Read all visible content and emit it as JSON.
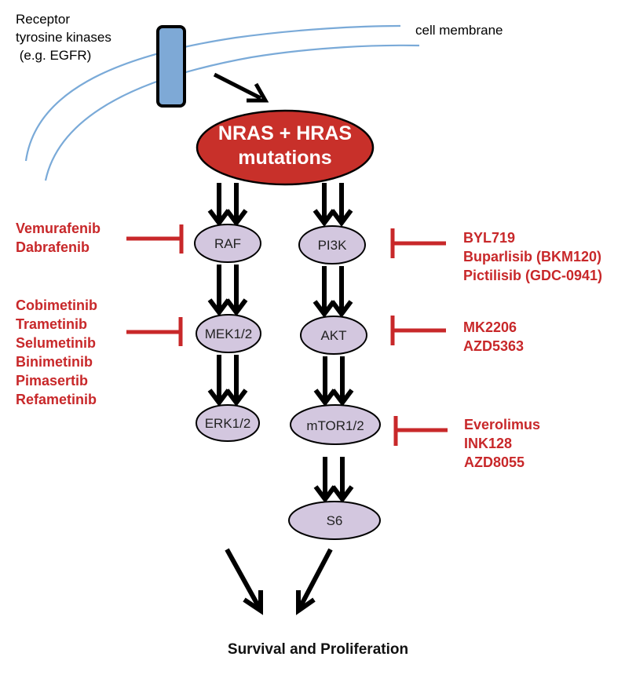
{
  "labels": {
    "receptor": [
      "Receptor",
      "tyrosine kinases",
      " (e.g. EGFR)"
    ],
    "membrane": "cell membrane",
    "outcome": "Survival and Proliferation"
  },
  "ras": {
    "line1": "NRAS + HRAS",
    "line2": "mutations",
    "fill": "#c8302a"
  },
  "nodes": {
    "raf": "RAF",
    "mek": "MEK1/2",
    "erk": "ERK1/2",
    "pi3k": "PI3K",
    "akt": "AKT",
    "mtor": "mTOR1/2",
    "s6": "S6"
  },
  "inhibitors": {
    "raf": [
      "Vemurafenib",
      "Dabrafenib"
    ],
    "mek": [
      "Cobimetinib",
      "Trametinib",
      "Selumetinib",
      "Binimetinib",
      "Pimasertib",
      "Refametinib"
    ],
    "pi3k": [
      "BYL719",
      "Buparlisib (BKM120)",
      "Pictilisib (GDC-0941)"
    ],
    "akt": [
      "MK2206",
      "AZD5363"
    ],
    "mtor": [
      "Everolimus",
      "INK128",
      "AZD8055"
    ]
  },
  "colors": {
    "inhibitor": "#c8282a",
    "node_fill": "#d3c7df",
    "membrane": "#7aaad8",
    "receptor_fill": "#7ea9d6"
  }
}
